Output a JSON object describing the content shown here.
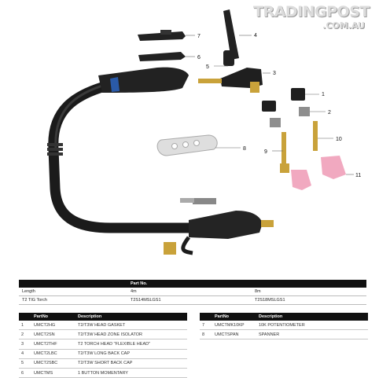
{
  "logo": {
    "brand": "TRADINGPOST",
    "domain": ".COM.AU"
  },
  "callouts": [
    "1",
    "2",
    "3",
    "4",
    "5",
    "6",
    "7",
    "8",
    "9",
    "10",
    "11"
  ],
  "spec_table": {
    "header": [
      "",
      "Part No.",
      ""
    ],
    "subheader": [
      "Length",
      "4m",
      "8m"
    ],
    "row": [
      "T2 TIG Torch",
      "T2S14MSLGS1",
      "T2S18MSLGS1"
    ]
  },
  "parts_left": {
    "headers": [
      "",
      "PartNo",
      "Description"
    ],
    "rows": [
      [
        "1",
        "UMCT2HG",
        "T2/T3W HEAD GASKET"
      ],
      [
        "2",
        "UMCT2SN",
        "T2/T3W HEAD ZONE ISOLATOR"
      ],
      [
        "3",
        "UMCT2THF",
        "T2 TORCH HEAD \"FLEXIBLE HEAD\""
      ],
      [
        "4",
        "UMCT2LBC",
        "T2/T3W LONG BACK CAP"
      ],
      [
        "5",
        "UMCT2SBC",
        "T2/T3W SHORT BACK CAP"
      ],
      [
        "6",
        "UMCTMS",
        "1 BUTTON MOMENTARY"
      ]
    ]
  },
  "parts_right": {
    "headers": [
      "",
      "PartNo",
      "Description"
    ],
    "rows": [
      [
        "7",
        "UMCTMK10KP",
        "10K POTENTIOMETER"
      ],
      [
        "8",
        "UMCTSPAN",
        "SPANNER"
      ]
    ]
  }
}
